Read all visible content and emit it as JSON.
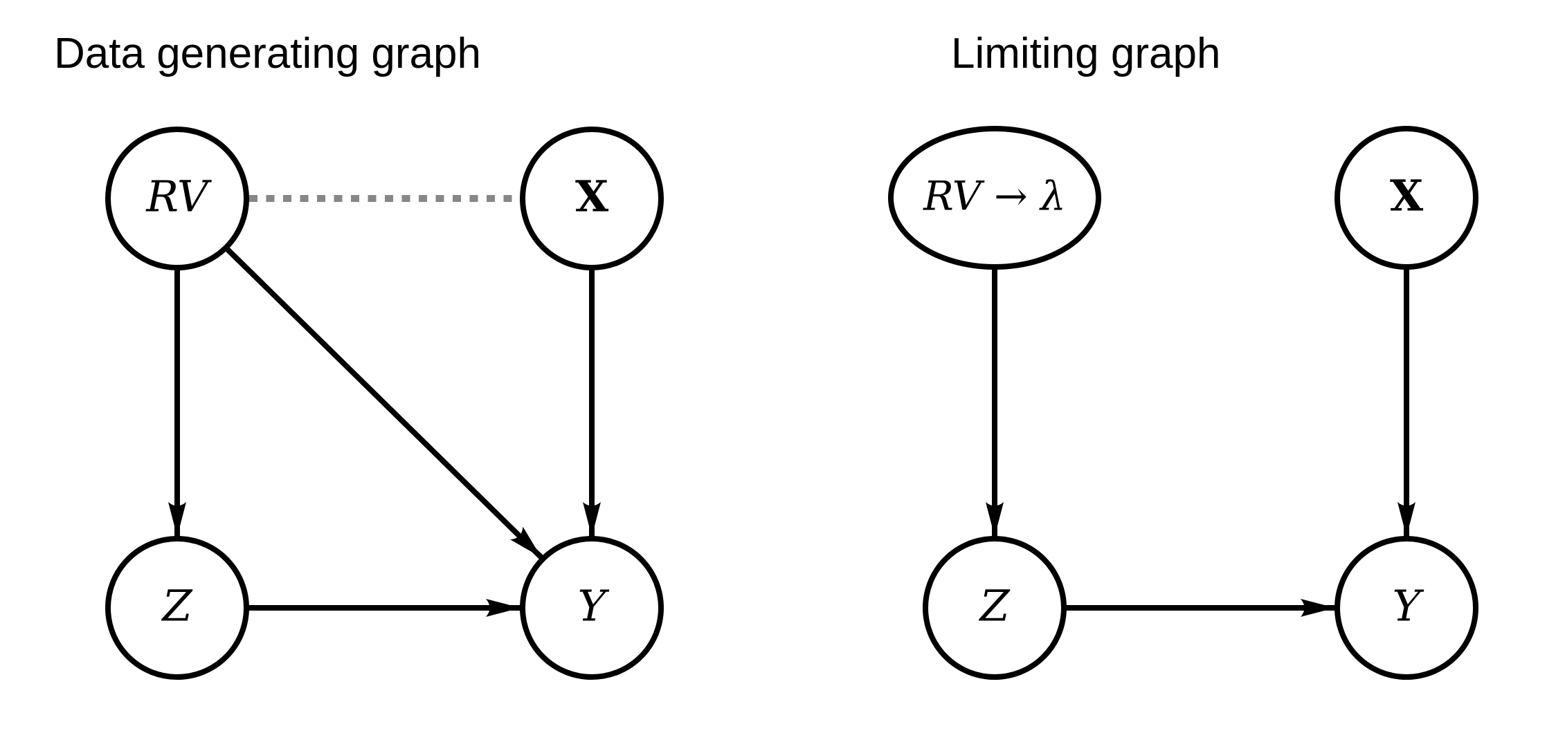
{
  "figure": {
    "left_graph": {
      "title": "Data generating graph",
      "nodes": {
        "rv": "RV",
        "x": "X",
        "z": "Z",
        "y": "Y"
      },
      "edges": [
        {
          "from": "RV",
          "to": "X",
          "type": "undirected",
          "style": "dashed",
          "color": "#878787"
        },
        {
          "from": "RV",
          "to": "Z",
          "type": "directed",
          "style": "solid",
          "color": "#000000"
        },
        {
          "from": "RV",
          "to": "Y",
          "type": "directed",
          "style": "solid",
          "color": "#000000"
        },
        {
          "from": "X",
          "to": "Y",
          "type": "directed",
          "style": "solid",
          "color": "#000000"
        },
        {
          "from": "Z",
          "to": "Y",
          "type": "directed",
          "style": "solid",
          "color": "#000000"
        }
      ]
    },
    "right_graph": {
      "title": "Limiting graph",
      "nodes": {
        "rv_lambda": "RV → λ",
        "x": "X",
        "z": "Z",
        "y": "Y"
      },
      "edges": [
        {
          "from": "RV → λ",
          "to": "Z",
          "type": "directed",
          "style": "solid",
          "color": "#000000"
        },
        {
          "from": "X",
          "to": "Y",
          "type": "directed",
          "style": "solid",
          "color": "#000000"
        },
        {
          "from": "Z",
          "to": "Y",
          "type": "directed",
          "style": "solid",
          "color": "#000000"
        }
      ]
    },
    "colors": {
      "node_stroke": "#000000",
      "edge": "#000000",
      "dashed_edge": "#878787",
      "background": "#ffffff",
      "text": "#000000"
    }
  }
}
